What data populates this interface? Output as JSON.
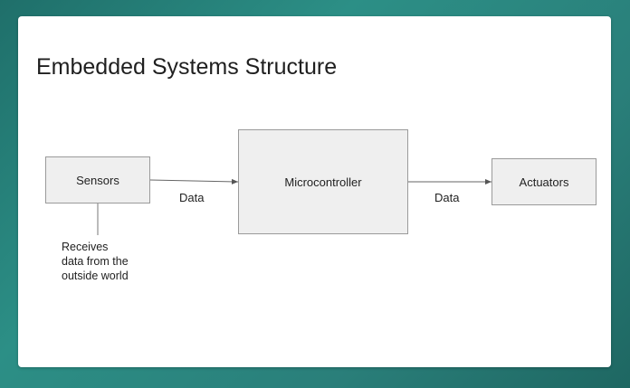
{
  "title": "Embedded Systems Structure",
  "nodes": {
    "sensors": "Sensors",
    "microcontroller": "Microcontroller",
    "actuators": "Actuators"
  },
  "edges": {
    "sensors_to_micro": "Data",
    "micro_to_actuators": "Data"
  },
  "annotation": {
    "lines": [
      "Receives",
      "data from the",
      "outside world"
    ]
  },
  "colors": {
    "box_fill": "#efefef",
    "box_border": "#9a9a9a",
    "background": "#2c8f86"
  }
}
